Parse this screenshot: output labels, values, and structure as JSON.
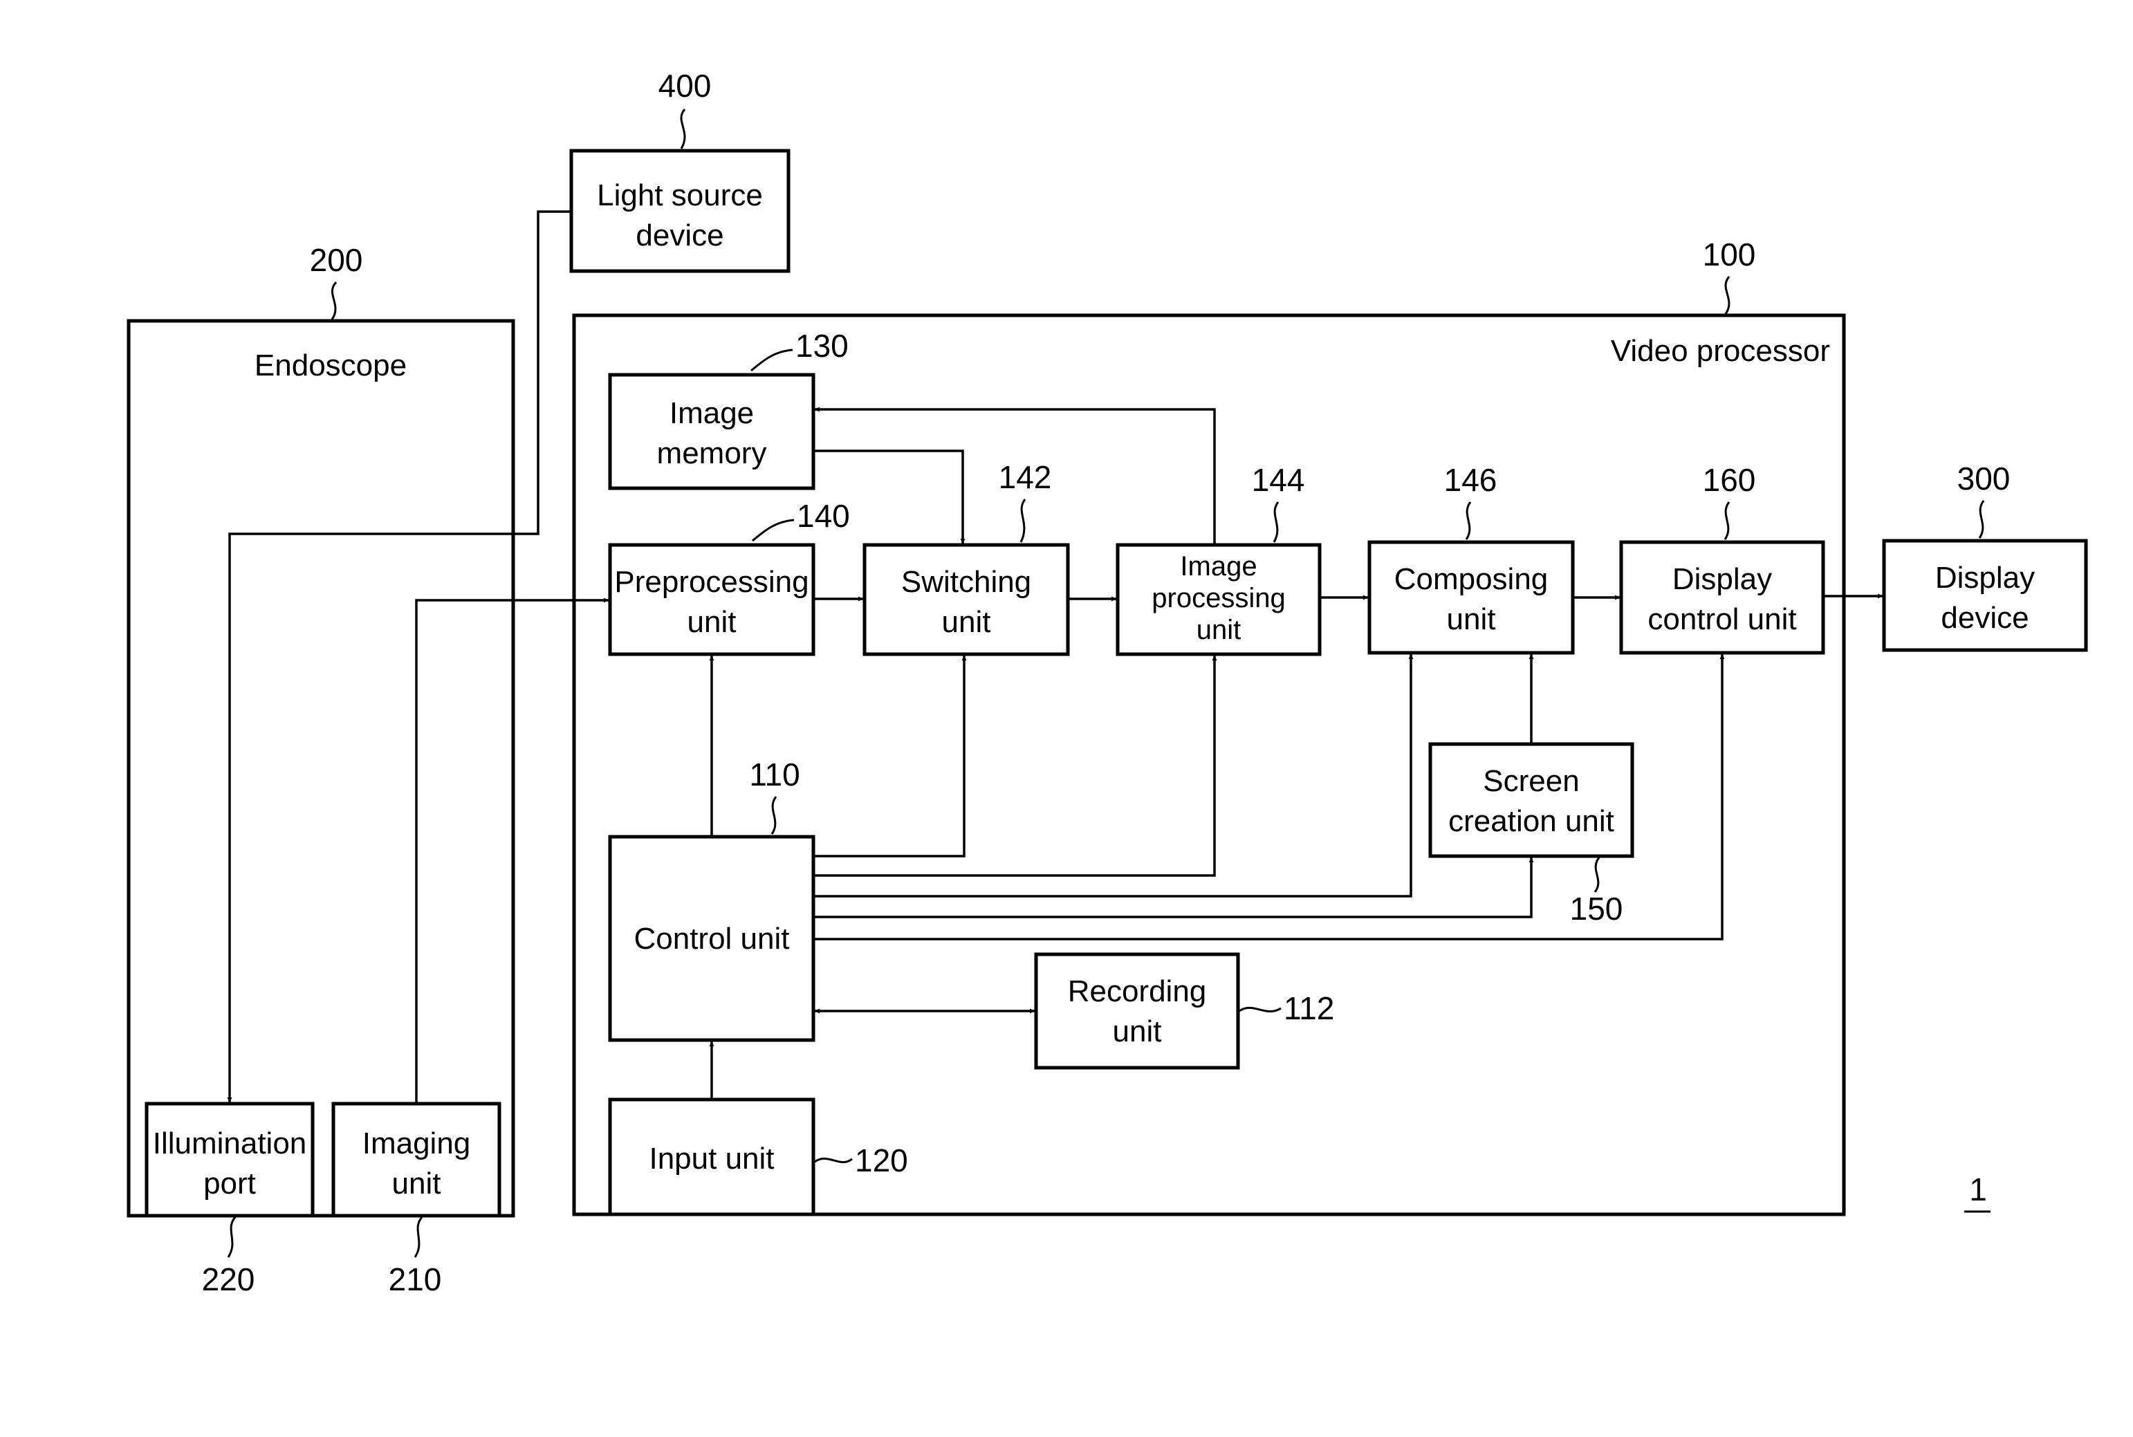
{
  "figure_ref": "1",
  "light_source": {
    "ref": "400",
    "line1": "Light source",
    "line2": "device"
  },
  "endoscope": {
    "ref": "200",
    "title": "Endoscope",
    "illumination_port": {
      "ref": "220",
      "line1": "Illumination",
      "line2": "port"
    },
    "imaging_unit": {
      "ref": "210",
      "line1": "Imaging",
      "line2": "unit"
    }
  },
  "video_processor": {
    "ref": "100",
    "title": "Video processor",
    "image_memory": {
      "ref": "130",
      "line1": "Image",
      "line2": "memory"
    },
    "preprocessing_unit": {
      "ref": "140",
      "line1": "Preprocessing",
      "line2": "unit"
    },
    "switching_unit": {
      "ref": "142",
      "line1": "Switching",
      "line2": "unit"
    },
    "image_processing_unit": {
      "ref": "144",
      "line1": "Image",
      "line2": "processing",
      "line3": "unit"
    },
    "composing_unit": {
      "ref": "146",
      "line1": "Composing",
      "line2": "unit"
    },
    "display_control_unit": {
      "ref": "160",
      "line1": "Display",
      "line2": "control unit"
    },
    "screen_creation_unit": {
      "ref": "150",
      "line1": "Screen",
      "line2": "creation unit"
    },
    "control_unit": {
      "ref": "110",
      "label": "Control unit"
    },
    "recording_unit": {
      "ref": "112",
      "line1": "Recording",
      "line2": "unit"
    },
    "input_unit": {
      "ref": "120",
      "label": "Input unit"
    }
  },
  "display_device": {
    "ref": "300",
    "line1": "Display",
    "line2": "device"
  }
}
